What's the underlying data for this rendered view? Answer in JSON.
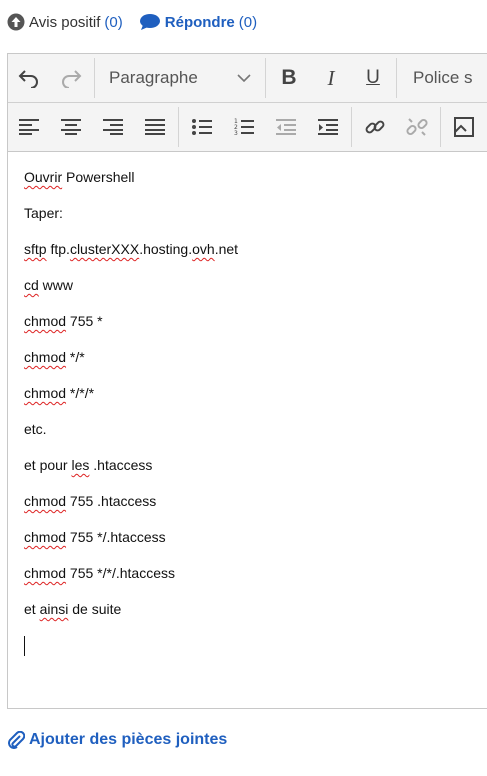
{
  "actions": {
    "like_label": "Avis positif",
    "like_count": "(0)",
    "reply_label": "Répondre",
    "reply_count": "(0)"
  },
  "toolbar": {
    "paragraph_select": "Paragraphe",
    "bold": "B",
    "italic": "I",
    "underline": "U",
    "font_select": "Police s"
  },
  "content": {
    "line1": "Ouvrir Powershell",
    "line2": "Taper:",
    "line3": "sftp ftp.clusterXXX.hosting.ovh.net",
    "line4": "cd www",
    "line5": "chmod 755 *",
    "line6": "chmod */*",
    "line7": "chmod */*/*",
    "line8": "etc.",
    "line9": "et pour les .htaccess",
    "line10": "chmod 755 .htaccess",
    "line11": "chmod 755 */.htaccess",
    "line12": "chmod 755 */*/.htaccess",
    "line13": "et ainsi de suite"
  },
  "attach_label": "Ajouter des pièces jointes",
  "colors": {
    "link": "#1f5fbf",
    "spell_error": "#dd2222"
  }
}
